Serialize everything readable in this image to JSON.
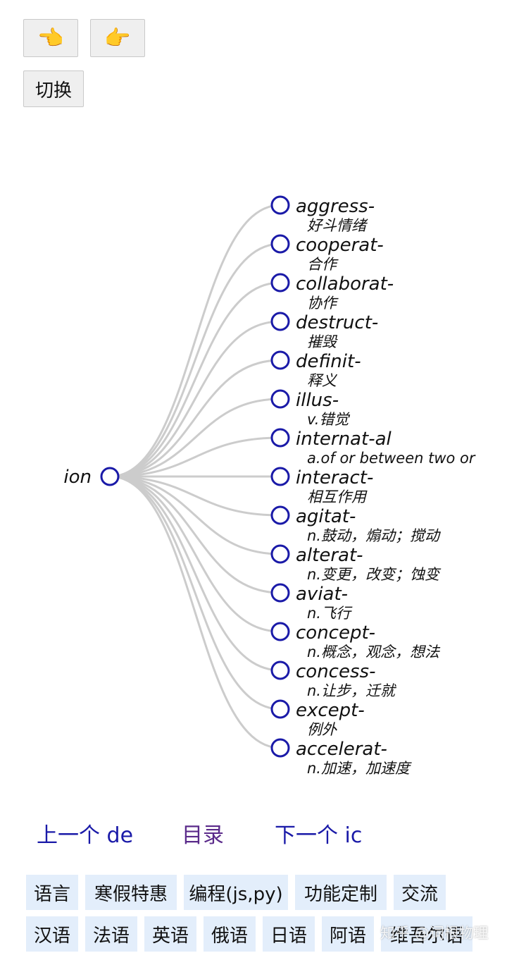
{
  "toolbar": {
    "prev_emoji": "👈",
    "next_emoji": "👉",
    "switch_label": "切换"
  },
  "tree": {
    "root": "ion",
    "children": [
      {
        "word": "aggress-",
        "meaning": "好斗情绪"
      },
      {
        "word": "cooperat-",
        "meaning": "合作"
      },
      {
        "word": "collaborat-",
        "meaning": "协作"
      },
      {
        "word": "destruct-",
        "meaning": "摧毁"
      },
      {
        "word": "definit-",
        "meaning": "释义"
      },
      {
        "word": "illus-",
        "meaning": "v.错觉"
      },
      {
        "word": "internat-al",
        "meaning": "a.of or between two or"
      },
      {
        "word": "interact-",
        "meaning": "相互作用"
      },
      {
        "word": "agitat-",
        "meaning": "n.鼓动，煽动；搅动"
      },
      {
        "word": "alterat-",
        "meaning": "n.变更，改变；蚀变"
      },
      {
        "word": "aviat-",
        "meaning": "n.飞行"
      },
      {
        "word": "concept-",
        "meaning": "n.概念，观念，想法"
      },
      {
        "word": "concess-",
        "meaning": "n.让步，迁就"
      },
      {
        "word": "except-",
        "meaning": "例外"
      },
      {
        "word": "accelerat-",
        "meaning": "n.加速，加速度"
      }
    ],
    "colors": {
      "node": "#1a1aa8",
      "link": "#cccccc"
    }
  },
  "nav": {
    "prev": "上一个 de",
    "toc": "目录",
    "next": "下一个 ic"
  },
  "tags_row1": [
    "语言",
    "寒假特惠",
    "编程(js,py)",
    "功能定制",
    "交流"
  ],
  "tags_row2": [
    "汉语",
    "法语",
    "英语",
    "俄语",
    "日语",
    "阿语",
    "维吾尔语"
  ],
  "watermark": "知乎 @词根物理"
}
